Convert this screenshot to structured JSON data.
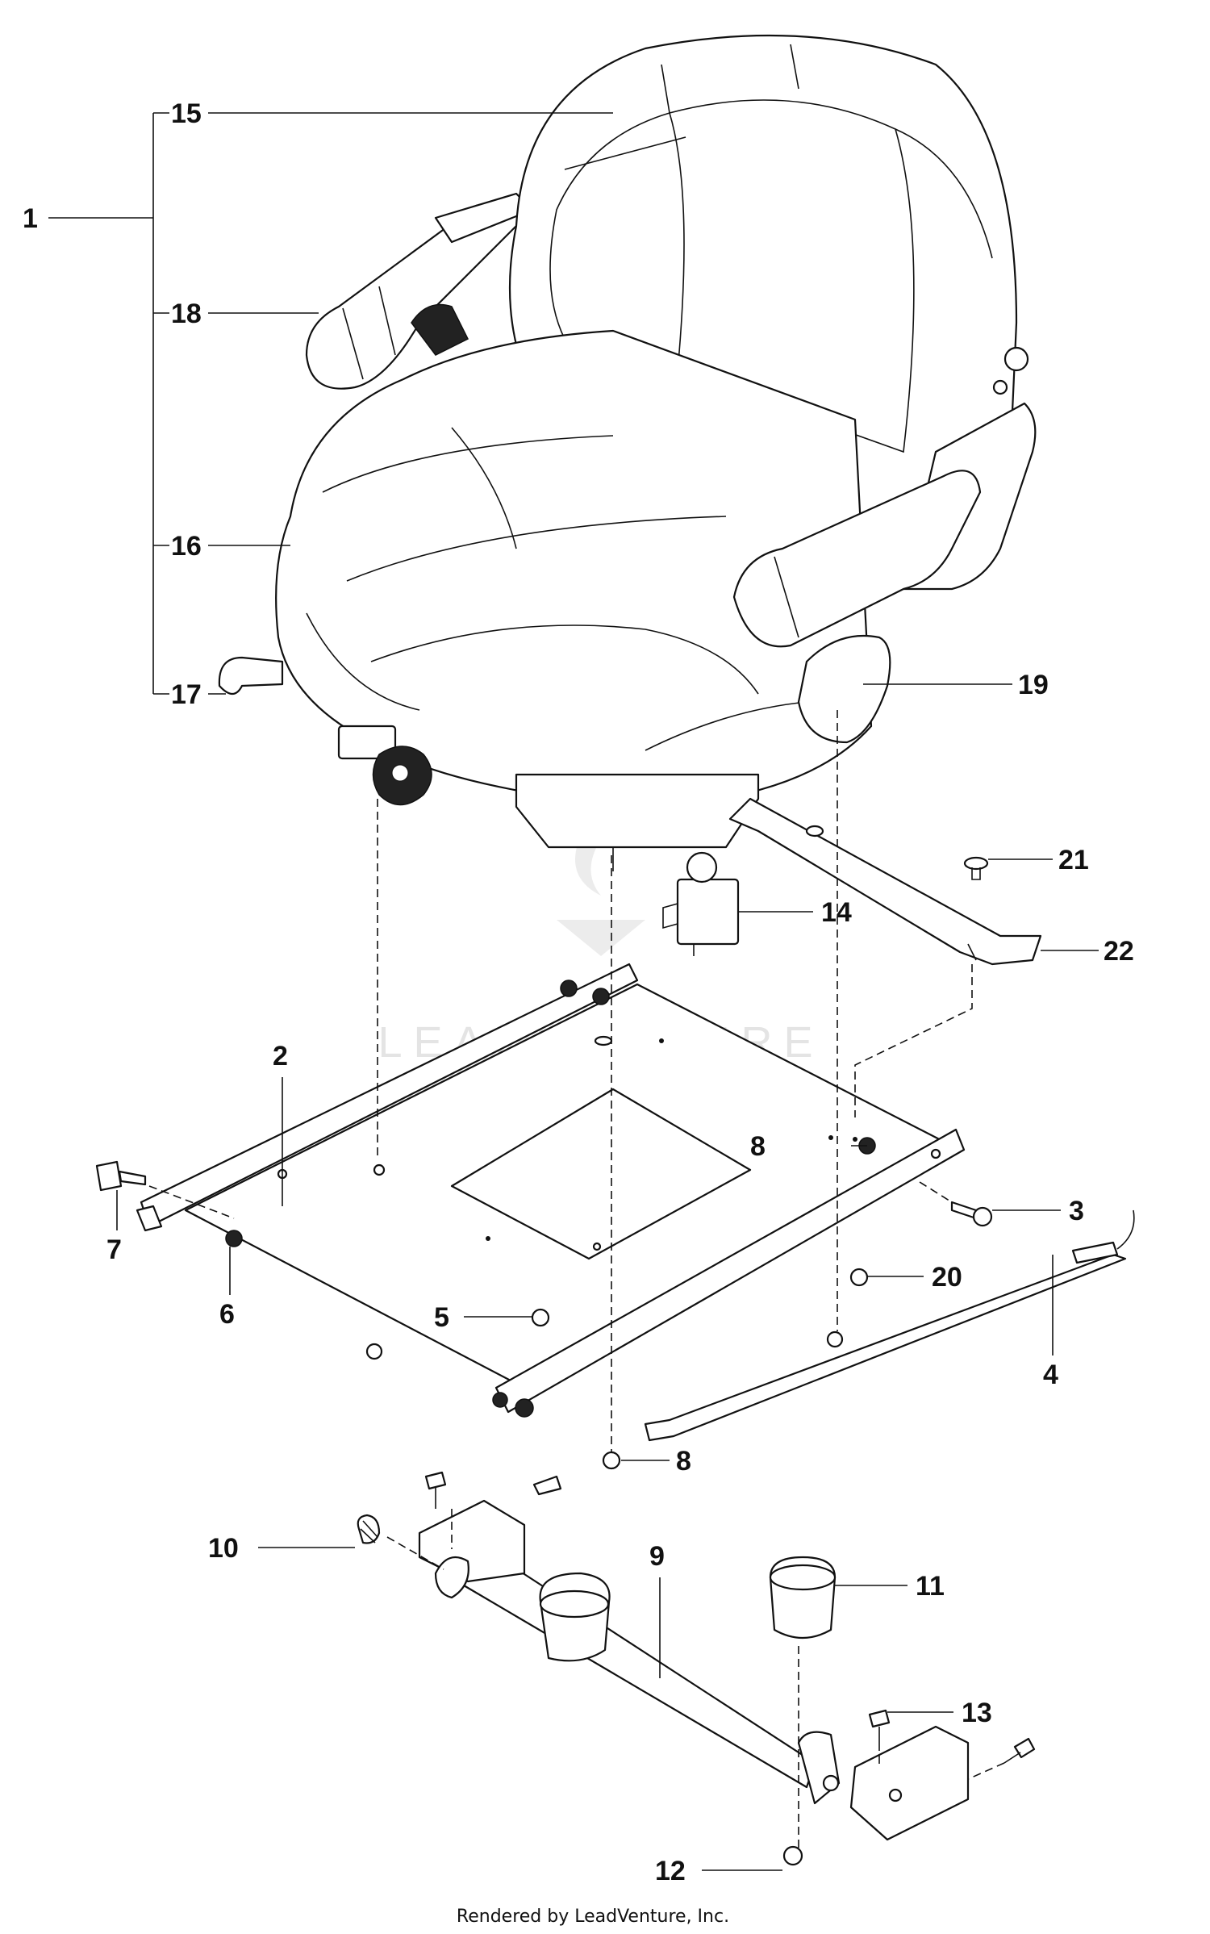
{
  "diagram": {
    "callouts": [
      "1",
      "15",
      "18",
      "16",
      "17",
      "19",
      "21",
      "14",
      "22",
      "2",
      "8",
      "3",
      "7",
      "6",
      "5",
      "20",
      "4",
      "8",
      "10",
      "9",
      "11",
      "13",
      "12"
    ],
    "footer": "Rendered by LeadVenture, Inc.",
    "watermark": "LEADVENTURE"
  }
}
